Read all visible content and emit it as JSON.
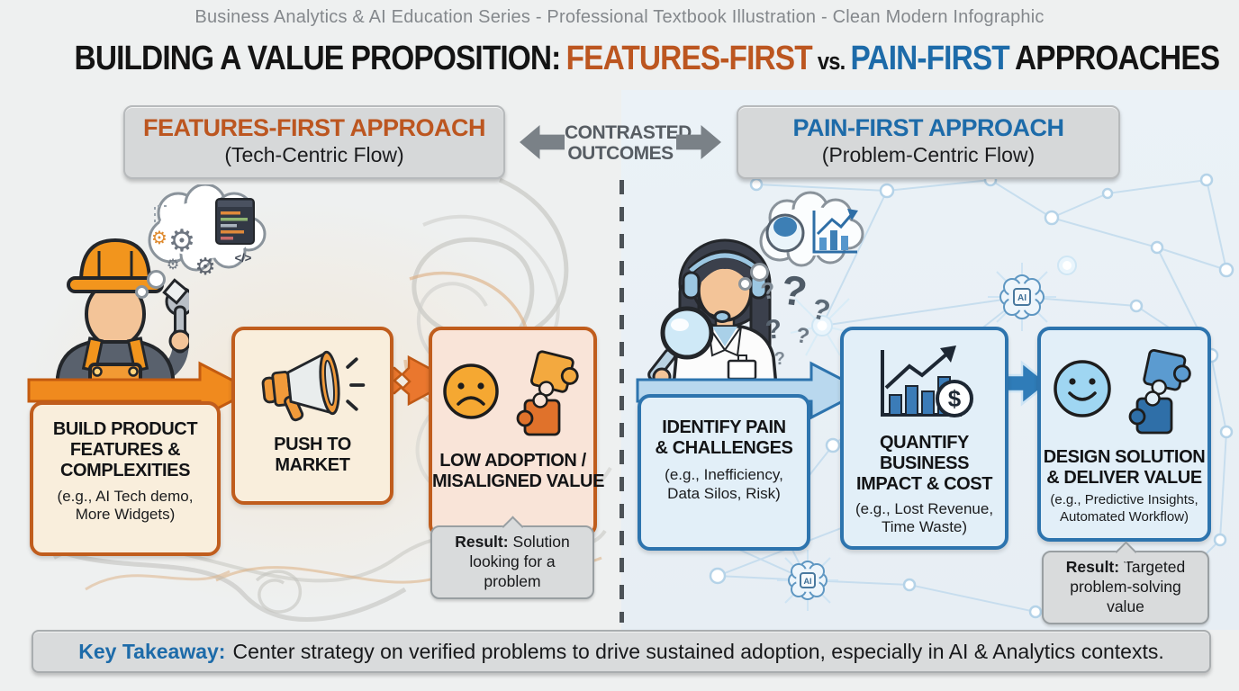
{
  "series_line": "Business Analytics & AI Education Series - Professional Textbook Illustration - Clean Modern Infographic",
  "title": {
    "prefix": "BUILDING A VALUE PROPOSITION:",
    "features": "FEATURES-FIRST",
    "vs": "vs.",
    "pain": "PAIN-FIRST",
    "suffix": "APPROACHES"
  },
  "contrast": {
    "line1": "CONTRASTED",
    "line2": "OUTCOMES"
  },
  "features_first": {
    "header": {
      "title": "FEATURES-FIRST APPROACH",
      "subtitle": "(Tech-Centric Flow)"
    },
    "step1": {
      "title_lines": [
        "BUILD PRODUCT",
        "FEATURES &",
        "COMPLEXITIES"
      ],
      "example_lines": [
        "(e.g., AI Tech demo,",
        "More Widgets)"
      ]
    },
    "step2": {
      "title_lines": [
        "PUSH TO",
        "MARKET"
      ],
      "icon": "megaphone-icon"
    },
    "step3": {
      "title_lines": [
        "LOW ADOPTION /",
        "MISALIGNED VALUE"
      ],
      "icons": [
        "sad-face-icon",
        "mismatched-puzzle-icon"
      ]
    },
    "result": {
      "label": "Result:",
      "text": "Solution looking for a problem"
    }
  },
  "pain_first": {
    "header": {
      "title": "PAIN-FIRST APPROACH",
      "subtitle": "(Problem-Centric Flow)"
    },
    "step1": {
      "title_lines": [
        "IDENTIFY PAIN",
        "& CHALLENGES"
      ],
      "example_lines": [
        "(e.g., Inefficiency,",
        "Data Silos, Risk)"
      ]
    },
    "step2": {
      "title_lines": [
        "QUANTIFY",
        "BUSINESS",
        "IMPACT & COST"
      ],
      "example_lines": [
        "(e.g., Lost Revenue,",
        "Time Waste)"
      ],
      "icon": "growth-chart-dollar-icon"
    },
    "step3": {
      "title_lines": [
        "DESIGN SOLUTION",
        "& DELIVER VALUE"
      ],
      "example_lines": [
        "(e.g., Predictive Insights,",
        "Automated Workflow)"
      ],
      "icons": [
        "smiley-face-icon",
        "fitting-puzzle-icon"
      ]
    },
    "result": {
      "label": "Result:",
      "text": "Targeted problem-solving value"
    }
  },
  "takeaway": {
    "label": "Key Takeaway:",
    "text": "Center strategy on verified problems to drive sustained adoption, especially in AI & Analytics contexts."
  },
  "decor": {
    "ai_label": "AI",
    "code_tag": "</>",
    "gear_glyph": "⚙",
    "dollar": "$",
    "question_marks": [
      "?",
      "?",
      "?",
      "?",
      "?",
      "?"
    ]
  },
  "colors": {
    "orange_accent": "#bc5620",
    "blue_accent": "#1d6ba9",
    "orange_border": "#c05d1d",
    "blue_border": "#2d74ae",
    "orange_arrow": "#f08a1e",
    "blue_arrow_light": "#b9d8ee",
    "blue_arrow_solid": "#2f7cb8",
    "panel_gray": "#d6d8d9"
  }
}
